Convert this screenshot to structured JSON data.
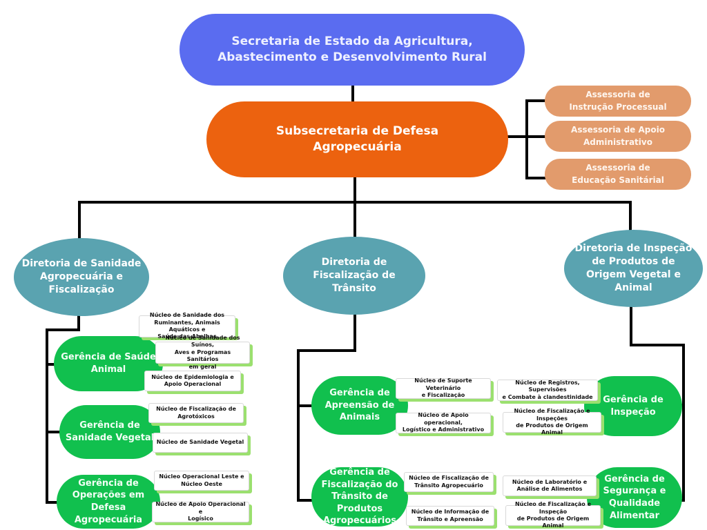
{
  "org": {
    "secretaria": "Secretaria de Estado da Agricultura,\nAbastecimento e Desenvolvimento Rural",
    "subsecretaria": "Subsecretaria de Defesa\nAgropecuária",
    "assessorias": [
      "Assessoria de\nInstrução Processual",
      "Assessoria de Apoio\nAdministrativo",
      "Assessoria de\nEducação Sanitárial"
    ],
    "diretorias": [
      "Diretoria de Sanidade\nAgropecuária e\nFiscalização",
      "Diretoria de\nFiscalização de\nTrânsito",
      "Diretoria de Inspeção\nde Produtos de\nOrigem Vegetal e\nAnimal"
    ],
    "gerencias": {
      "saude_animal": "Gerência de Saúde\nAnimal",
      "sanidade_vegetal": "Gerência de\nSanidade Vegetal",
      "operacoes": "Gerência de\nOperações em\nDefesa\nAgropecuária",
      "apreensao": "Gerência de\nApreensão de\nAnimais",
      "fiscalizacao_transito": "Gerência de\nFiscalização do\nTrânsito de Produtos\nAgropecuários",
      "inspecao": "Gerência de\nInspeção",
      "seguranca": "Gerência de\nSegurança e\nQualidade\nAlimentar"
    },
    "nucleos": {
      "ruminantes": "Núcleo de Sanidade dos\nRuminantes, Animais Aquáticos e\nSaúde das Abelhas",
      "suinos": "Núcleo de Sanidade dos Suínos,\nAves e Programas Sanitários\nem geral",
      "epidemiologia": "Núcleo de Epidemiologia e\nApoio Operacional",
      "agrotoxicos": "Núcleo de Fiscalização de\nAgrotóxicos",
      "sanidade_vegetal": "Núcleo de Sanidade Vegetal",
      "leste_oeste": "Núcleo Operacional Leste e\nNúcleo Oeste",
      "apoio_operacional_logistico": "Núcleo de Apoio Operacional e\nLogísico",
      "suporte_veterinario": "Núcleo de Suporte Veterinário\ne Fiscalização",
      "apoio_administrativo": "Núcleo de Apoio operacional,\nLogístico e Administrativo",
      "transito_agropecuario": "Núcleo de Fiscalização de\nTrânsito Agropecuário",
      "informacao_transito": "Núcleo de Informação de\nTrânsito e Apreensão",
      "registros": "Núcleo de Registros, Supervisões\ne Combate à clandestinidade",
      "inspecoes": "Núcleo de Fiscalização e Inspeções\nde Produtos de Origem Animal",
      "laboratorio": "Núcleo de Laboratório e\nAnálise de Alimentos",
      "inspecao_origem_animal": "Núcleo de Fiscalização e Inspeção\nde Produtos de Origem Animal"
    }
  }
}
